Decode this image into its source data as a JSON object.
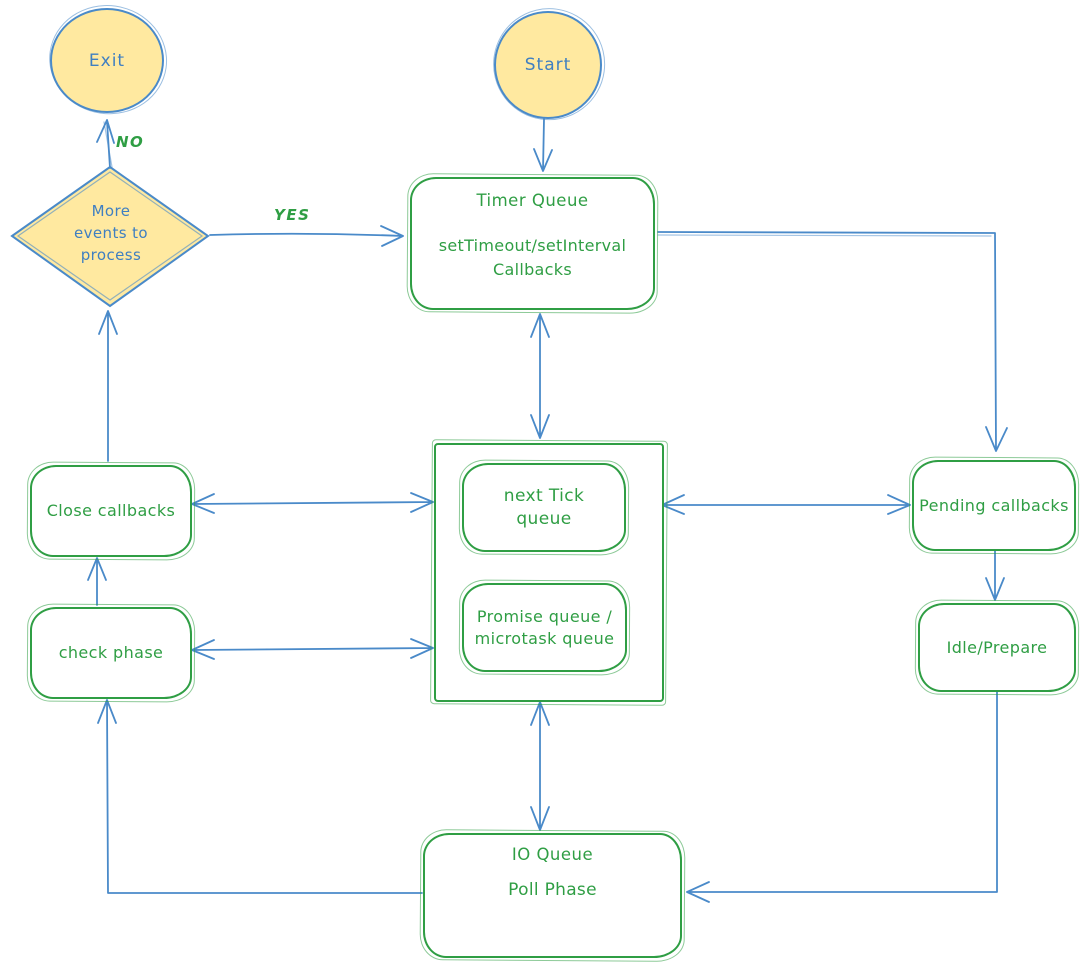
{
  "nodes": {
    "exit": {
      "label": "Exit"
    },
    "start": {
      "label": "Start"
    },
    "decision": {
      "label": "More events to process"
    },
    "timer_queue": {
      "title": "Timer Queue",
      "line1": "setTimeout/setInterval",
      "line2": "Callbacks"
    },
    "microtask_group": {
      "next_tick": {
        "label": "next Tick queue"
      },
      "promise": {
        "label": "Promise queue / microtask queue"
      }
    },
    "close_callbacks": {
      "label": "Close callbacks"
    },
    "check_phase": {
      "label": "check phase"
    },
    "pending_callbacks": {
      "label": "Pending callbacks"
    },
    "idle_prepare": {
      "label": "Idle/Prepare"
    },
    "io_queue": {
      "title": "IO Queue",
      "subtitle": "Poll Phase"
    }
  },
  "edge_labels": {
    "no": "NO",
    "yes": "YES"
  },
  "edges": [
    {
      "from": "decision",
      "to": "exit",
      "label": "NO"
    },
    {
      "from": "decision",
      "to": "timer_queue",
      "label": "YES"
    },
    {
      "from": "start",
      "to": "timer_queue"
    },
    {
      "from": "timer_queue",
      "to": "pending_callbacks"
    },
    {
      "from": "timer_queue",
      "to": "microtask_group",
      "bidirectional": true
    },
    {
      "from": "close_callbacks",
      "to": "microtask_group",
      "bidirectional": true
    },
    {
      "from": "microtask_group",
      "to": "pending_callbacks",
      "bidirectional": true
    },
    {
      "from": "check_phase",
      "to": "microtask_group",
      "bidirectional": true
    },
    {
      "from": "check_phase",
      "to": "close_callbacks"
    },
    {
      "from": "close_callbacks",
      "to": "decision"
    },
    {
      "from": "pending_callbacks",
      "to": "idle_prepare"
    },
    {
      "from": "idle_prepare",
      "to": "io_queue"
    },
    {
      "from": "io_queue",
      "to": "microtask_group",
      "bidirectional": true
    },
    {
      "from": "io_queue",
      "to": "check_phase"
    }
  ],
  "colors": {
    "node_stroke_green": "#2f9e44",
    "node_text_green": "#2f9e44",
    "arrow_blue": "#4a8ac9",
    "circle_text_blue": "#3f7fc1",
    "terminal_fill_yellow": "#ffe9a0",
    "background": "#ffffff"
  }
}
